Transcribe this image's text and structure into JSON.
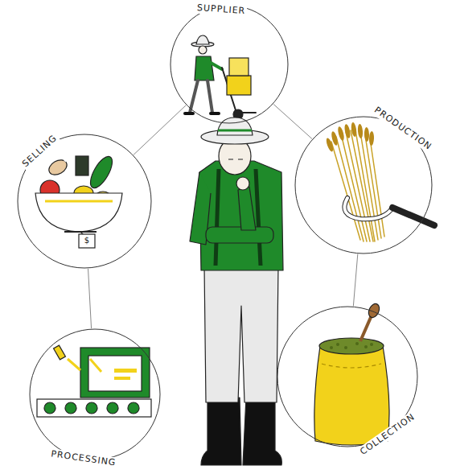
{
  "diagram": {
    "nodes": [
      {
        "text": [
          "SUPPLIER"
        ]
      },
      {
        "text": [
          "PRODUCTION"
        ]
      },
      {
        "text": [
          "COLLECTION"
        ]
      },
      {
        "text": [
          "PROCESSING"
        ]
      },
      {
        "text": [
          "SELLING"
        ]
      }
    ],
    "edges": [
      {
        "from": 0,
        "to": 1,
        "arrow": "none"
      },
      {
        "from": 1,
        "to": 2,
        "arrow": "none"
      },
      {
        "from": 3,
        "to": 4,
        "arrow": "none"
      },
      {
        "from": 4,
        "to": 0,
        "arrow": "none"
      }
    ],
    "labels": [
      "$"
    ]
  }
}
